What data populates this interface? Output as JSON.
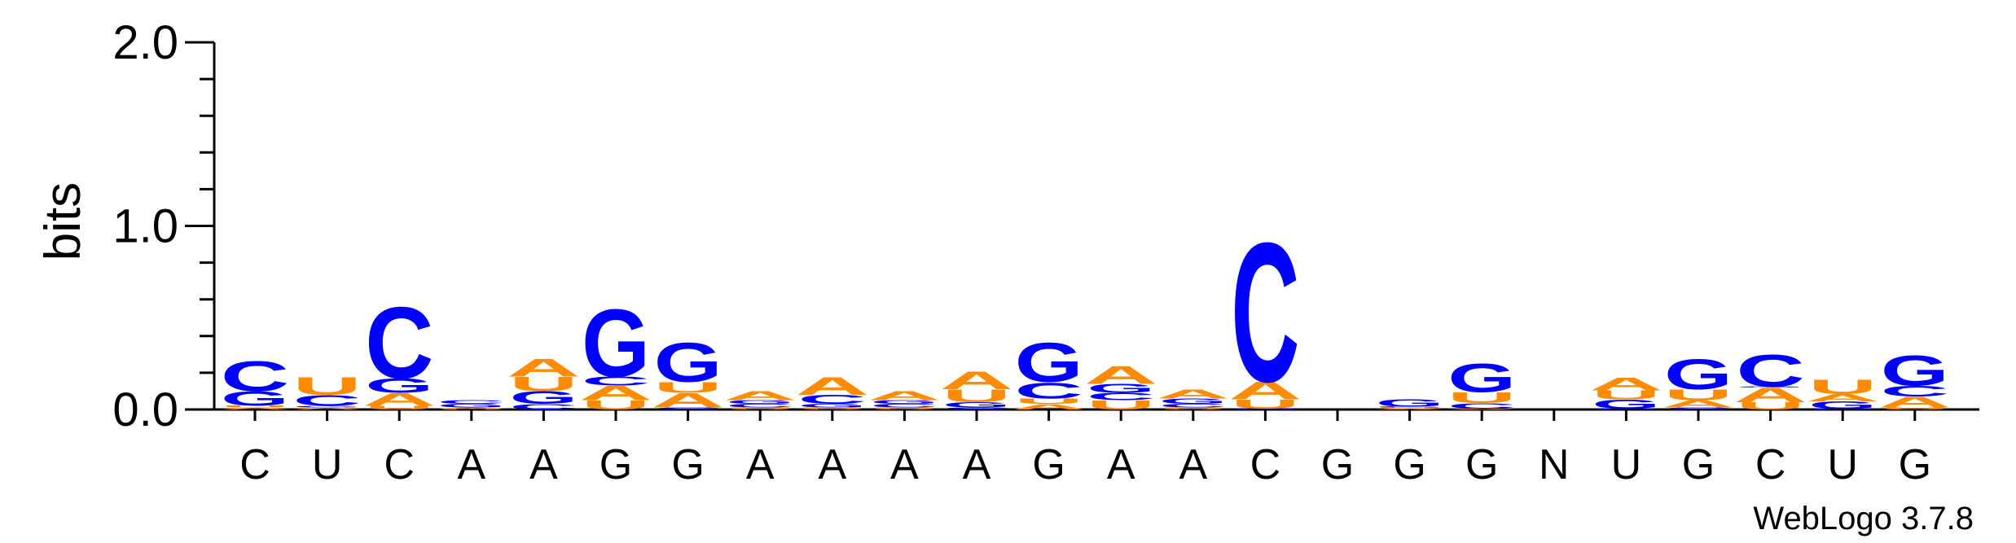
{
  "chart_data": {
    "type": "sequence-logo",
    "ylabel": "bits",
    "ylim": [
      0,
      2.0
    ],
    "yticks": [
      "0.0",
      "1.0",
      "2.0"
    ],
    "xticks": [
      "C",
      "U",
      "C",
      "A",
      "A",
      "G",
      "G",
      "A",
      "A",
      "A",
      "A",
      "G",
      "A",
      "A",
      "C",
      "G",
      "G",
      "G",
      "N",
      "U",
      "G",
      "C",
      "U",
      "G"
    ],
    "footer": "WebLogo 3.7.8",
    "colors": {
      "A": "#ff8c00",
      "U": "#ff8c00",
      "C": "#0000ff",
      "G": "#0000ff"
    },
    "columns": [
      [
        [
          "A",
          0.01
        ],
        [
          "U",
          0.01
        ],
        [
          "G",
          0.08
        ],
        [
          "C",
          0.17
        ]
      ],
      [
        [
          "A",
          0.01
        ],
        [
          "G",
          0.01
        ],
        [
          "C",
          0.06
        ],
        [
          "U",
          0.1
        ]
      ],
      [
        [
          "U",
          0.02
        ],
        [
          "A",
          0.07
        ],
        [
          "G",
          0.08
        ],
        [
          "C",
          0.4
        ]
      ],
      [
        [
          "U",
          0.005
        ],
        [
          "A",
          0.005
        ],
        [
          "G",
          0.02
        ],
        [
          "C",
          0.02
        ]
      ],
      [
        [
          "C",
          0.03
        ],
        [
          "G",
          0.07
        ],
        [
          "U",
          0.08
        ],
        [
          "A",
          0.1
        ]
      ],
      [
        [
          "U",
          0.05
        ],
        [
          "A",
          0.08
        ],
        [
          "C",
          0.05
        ],
        [
          "G",
          0.38
        ]
      ],
      [
        [
          "C",
          0.01
        ],
        [
          "A",
          0.08
        ],
        [
          "U",
          0.06
        ],
        [
          "G",
          0.22
        ]
      ],
      [
        [
          "U",
          0.01
        ],
        [
          "C",
          0.02
        ],
        [
          "G",
          0.02
        ],
        [
          "A",
          0.05
        ]
      ],
      [
        [
          "U",
          0.01
        ],
        [
          "G",
          0.02
        ],
        [
          "C",
          0.05
        ],
        [
          "A",
          0.1
        ]
      ],
      [
        [
          "U",
          0.01
        ],
        [
          "C",
          0.02
        ],
        [
          "G",
          0.02
        ],
        [
          "A",
          0.05
        ]
      ],
      [
        [
          "C",
          0.01
        ],
        [
          "G",
          0.03
        ],
        [
          "U",
          0.07
        ],
        [
          "A",
          0.1
        ]
      ],
      [
        [
          "A",
          0.03
        ],
        [
          "U",
          0.03
        ],
        [
          "C",
          0.09
        ],
        [
          "G",
          0.22
        ]
      ],
      [
        [
          "U",
          0.05
        ],
        [
          "C",
          0.04
        ],
        [
          "G",
          0.05
        ],
        [
          "A",
          0.1
        ]
      ],
      [
        [
          "U",
          0.01
        ],
        [
          "C",
          0.02
        ],
        [
          "G",
          0.03
        ],
        [
          "A",
          0.05
        ]
      ],
      [
        [
          "G",
          0.005
        ],
        [
          "U",
          0.05
        ],
        [
          "A",
          0.1
        ],
        [
          "C",
          0.78
        ]
      ],
      [],
      [
        [
          "A",
          0.005
        ],
        [
          "U",
          0.005
        ],
        [
          "C",
          0.005
        ],
        [
          "G",
          0.04
        ]
      ],
      [
        [
          "A",
          0.005
        ],
        [
          "C",
          0.03
        ],
        [
          "U",
          0.06
        ],
        [
          "G",
          0.16
        ]
      ],
      [],
      [
        [
          "C",
          0.005
        ],
        [
          "G",
          0.05
        ],
        [
          "U",
          0.05
        ],
        [
          "A",
          0.07
        ]
      ],
      [
        [
          "C",
          0.01
        ],
        [
          "A",
          0.04
        ],
        [
          "U",
          0.06
        ],
        [
          "G",
          0.17
        ]
      ],
      [
        [
          "U",
          0.04
        ],
        [
          "A",
          0.08
        ],
        [
          "G",
          0.005
        ],
        [
          "C",
          0.18
        ]
      ],
      [
        [
          "C",
          0.005
        ],
        [
          "G",
          0.04
        ],
        [
          "A",
          0.04
        ],
        [
          "U",
          0.08
        ]
      ],
      [
        [
          "U",
          0.01
        ],
        [
          "A",
          0.06
        ],
        [
          "C",
          0.06
        ],
        [
          "G",
          0.17
        ]
      ]
    ]
  }
}
